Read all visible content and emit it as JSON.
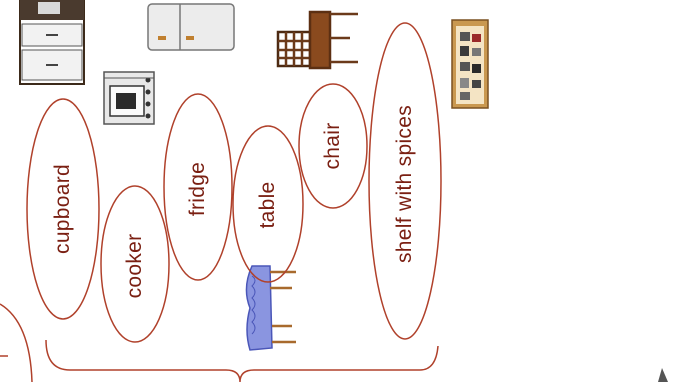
{
  "colors": {
    "outline": "#b0412b",
    "label_text": "#7a1f12",
    "tablecloth": "#8a95e0",
    "wood": "#a86a2d"
  },
  "labels": {
    "cupboard": "cupboard",
    "cooker": "cooker",
    "fridge": "fridge",
    "table": "table",
    "chair": "chair",
    "shelf": "shelf with spices"
  },
  "icons": [
    "cupboard-icon",
    "fridge-icon",
    "chair-icon",
    "spice-shelf-icon",
    "cooker-icon",
    "table-icon"
  ]
}
